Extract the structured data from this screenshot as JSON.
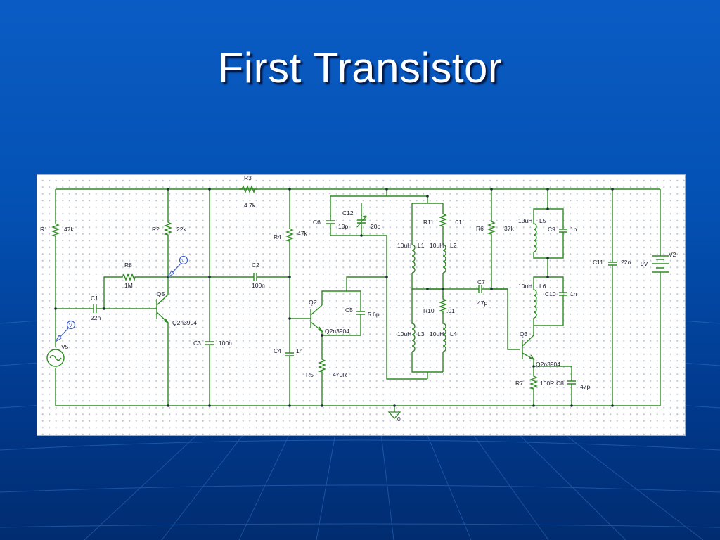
{
  "slide": {
    "title": "First Transistor"
  },
  "colors": {
    "wire": "#2e8b22",
    "probe": "#3a5bd1",
    "title_text": "#ffffff"
  },
  "labels": {
    "R1": "R1",
    "R1v": "47k",
    "R2": "R2",
    "R2v": "22k",
    "R3": "R3",
    "R3v": "4.7k",
    "R4": "R4",
    "R4v": "47k",
    "R5": "R5",
    "R5v": "470R",
    "R6": "R6",
    "R6v": "37k",
    "R7": "R7",
    "R7v": "100R",
    "R8": "R8",
    "R8v": "1M",
    "R10": "R10",
    "R10v": ".01",
    "R11": "R11",
    "R11v": ".01",
    "C1": "C1",
    "C1v": "22n",
    "C2": "C2",
    "C2v": "100n",
    "C3": "C3",
    "C3v": "100n",
    "C4": "C4",
    "C4v": "1n",
    "C5": "C5",
    "C5v": "5.6p",
    "C6": "C6",
    "C6v": "10p",
    "C7": "C7",
    "C7v": "47p",
    "C8": "C8",
    "C8v": "47p",
    "C9": "C9",
    "C9v": "1n",
    "C10": "C10",
    "C10v": "1n",
    "C11": "C11",
    "C11v": "22n",
    "C12": "C12",
    "C12v": "20p",
    "L1": "L1",
    "L1v": "10uH",
    "L2": "L2",
    "L2v": "10uH",
    "L3": "L3",
    "L3v": "10uH",
    "L4": "L4",
    "L4v": "10uH",
    "L5": "L5",
    "L5v": "10uH",
    "L6": "L6",
    "L6v": "10uH",
    "Q5": "Q5",
    "Q5m": "Q2n3904",
    "Q2": "Q2",
    "Q2m": "Q2n3904",
    "Q3": "Q3",
    "Q3m": "Q2n3904",
    "V5": "V5",
    "V2": "V2",
    "V2v": "9V",
    "gnd": "0",
    "probe": "V"
  }
}
